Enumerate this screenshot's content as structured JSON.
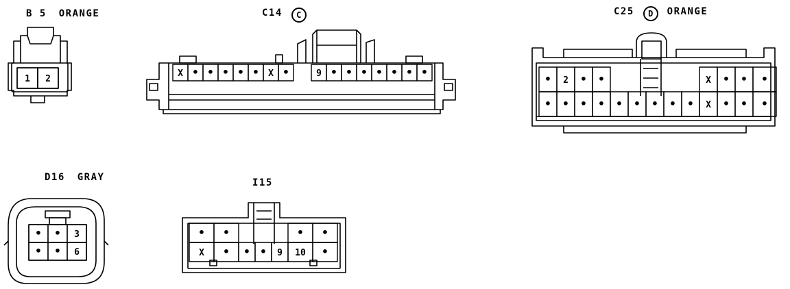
{
  "connectors": [
    {
      "id": "b5",
      "name": "B 5",
      "color": "ORANGE",
      "circle_letter": "",
      "rows": [
        [
          "1",
          "2"
        ]
      ]
    },
    {
      "id": "c14",
      "name": "C14",
      "color": "",
      "circle_letter": "C",
      "rows": [
        [
          "X",
          "•",
          "•",
          "•",
          "•",
          "•",
          "X",
          "•",
          "",
          "9",
          "•",
          "•",
          "•",
          "•",
          "•",
          "•",
          "•"
        ]
      ]
    },
    {
      "id": "c25",
      "name": "C25",
      "color": "ORANGE",
      "circle_letter": "D",
      "rows": [
        [
          "•",
          "2",
          "•",
          "•",
          "",
          "",
          "",
          "",
          "",
          "X",
          "•",
          "•",
          "•"
        ],
        [
          "•",
          "•",
          "•",
          "•",
          "•",
          "•",
          "•",
          "•",
          "•",
          "X",
          "•",
          "•",
          "•"
        ]
      ]
    },
    {
      "id": "d16",
      "name": "D16",
      "color": "GRAY",
      "circle_letter": "",
      "rows": [
        [
          "•",
          "•",
          "3"
        ],
        [
          "•",
          "•",
          "6"
        ]
      ]
    },
    {
      "id": "i15",
      "name": "I15",
      "color": "",
      "circle_letter": "",
      "rows": [
        [
          "•",
          "•",
          "",
          "",
          "",
          "•",
          "•"
        ],
        [
          "X",
          "•",
          "•",
          "•",
          "9",
          "10",
          "•"
        ]
      ]
    }
  ]
}
